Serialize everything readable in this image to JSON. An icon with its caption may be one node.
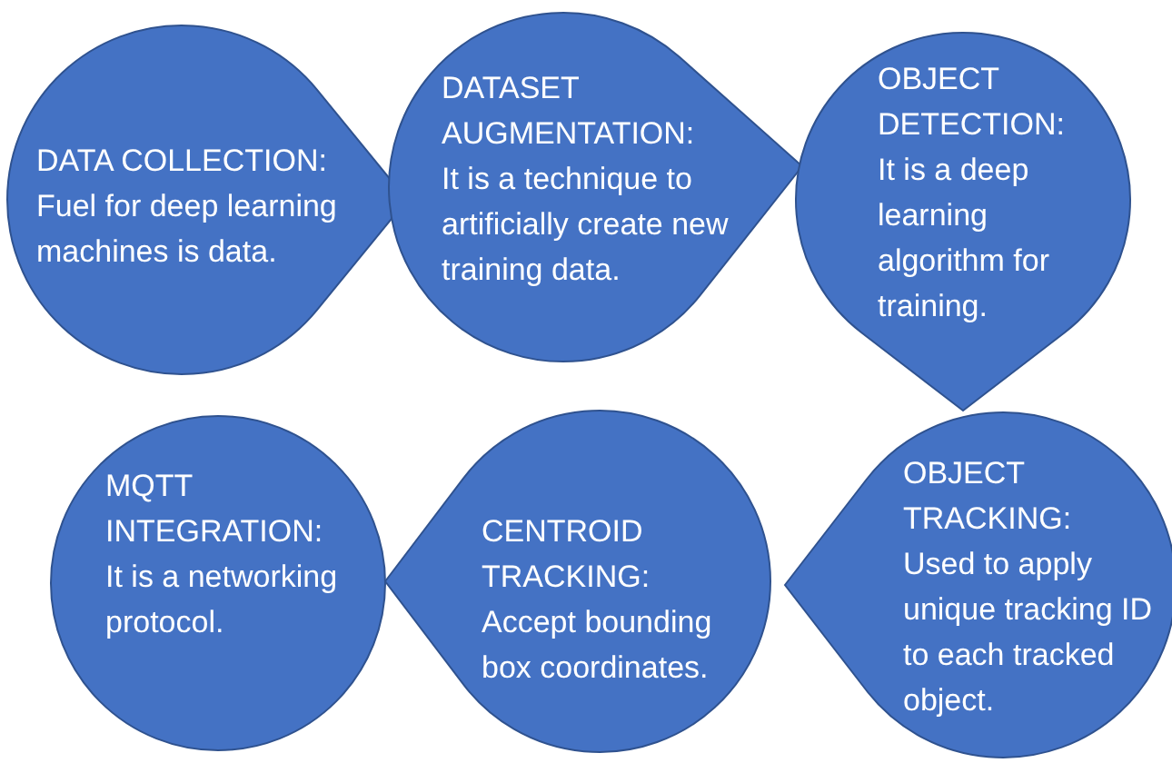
{
  "diagram": {
    "nodes": [
      {
        "text": [
          "DATA COLLECTION:",
          "Fuel for deep learning machines is data."
        ]
      },
      {
        "text": [
          "DATASET AUGMENTATION:",
          "It is a technique to artificially create new training data."
        ]
      },
      {
        "text": [
          "OBJECT DETECTION:",
          "It is a deep learning algorithm for training."
        ]
      },
      {
        "text": [
          "OBJECT TRACKING:",
          "Used to apply unique tracking ID to each tracked object."
        ]
      },
      {
        "text": [
          "CENTROID TRACKING:",
          "Accept bounding box coordinates."
        ]
      },
      {
        "text": [
          "MQTT INTEGRATION:",
          "It is a networking protocol."
        ]
      }
    ]
  }
}
